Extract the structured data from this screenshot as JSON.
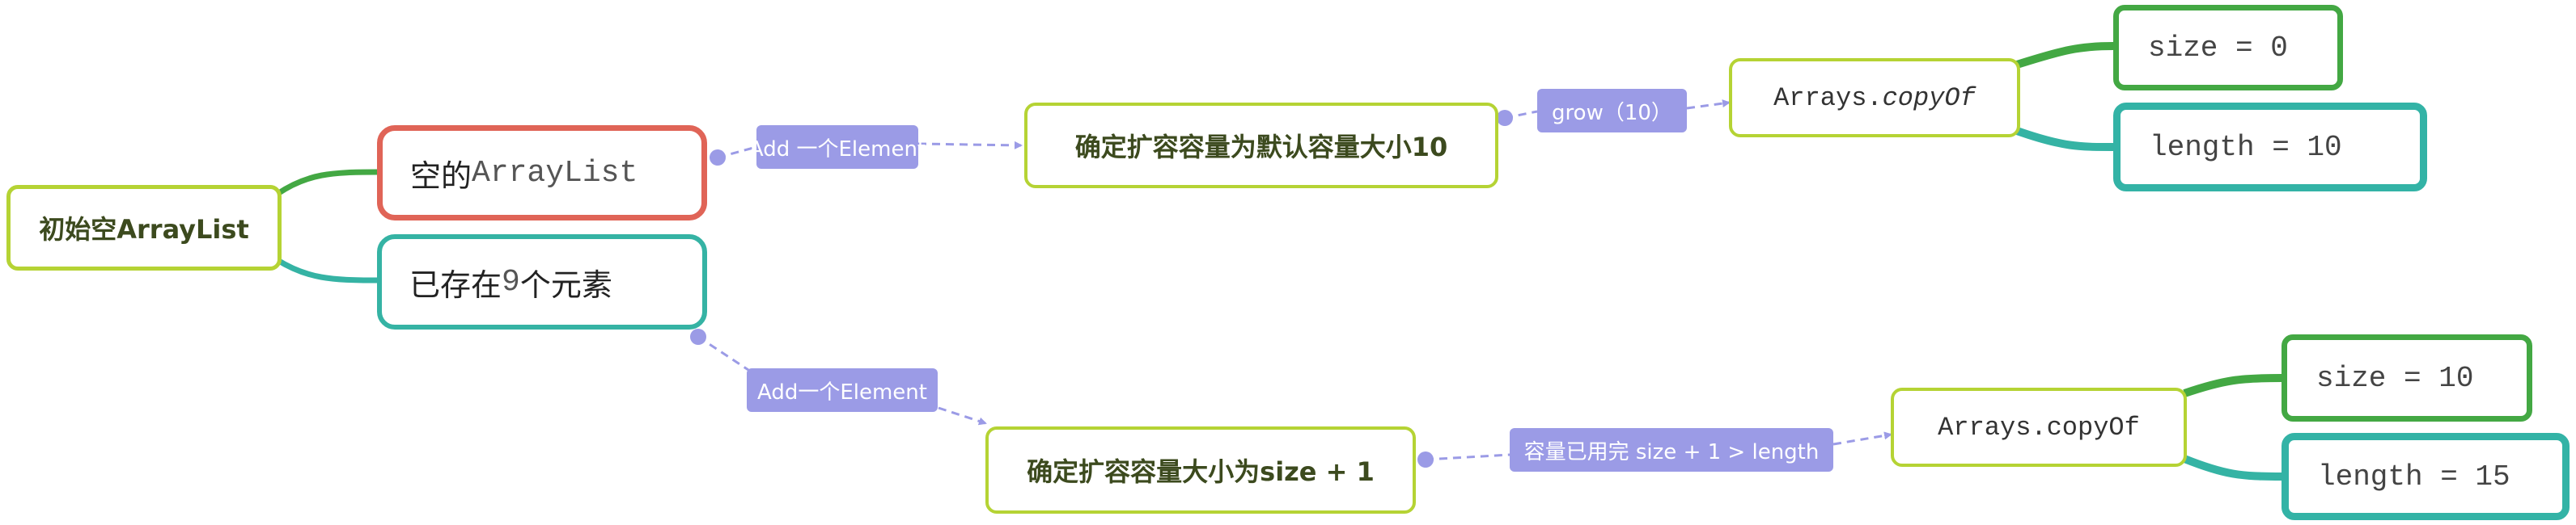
{
  "root": {
    "label": "初始空ArrayList"
  },
  "branch_top": {
    "label_cn": "空的",
    "label_code": "ArrayList",
    "edge_label": "Add 一个Element",
    "step": "确定扩容容量为默认容量大小10",
    "grow_label": "grow（10）",
    "copy_prefix": "Arrays.",
    "copy_method": "copyOf",
    "size_label": "size = 0",
    "length_label": "length  = 10"
  },
  "branch_bottom": {
    "label_pre": "已存在",
    "label_num": "9",
    "label_post": "个元素",
    "edge_label": "Add一个Element",
    "step": "确定扩容容量大小为size + 1",
    "full_label": "容量已用完 size + 1 > length",
    "copy_label": "Arrays.copyOf",
    "size_label": "size = 10",
    "length_label": "length = 15"
  },
  "colors": {
    "lime": "#b5d334",
    "red": "#e06457",
    "teal": "#35b3a4",
    "green": "#43a843",
    "label_bg": "#9b9be6",
    "dash": "#9b9be6"
  }
}
